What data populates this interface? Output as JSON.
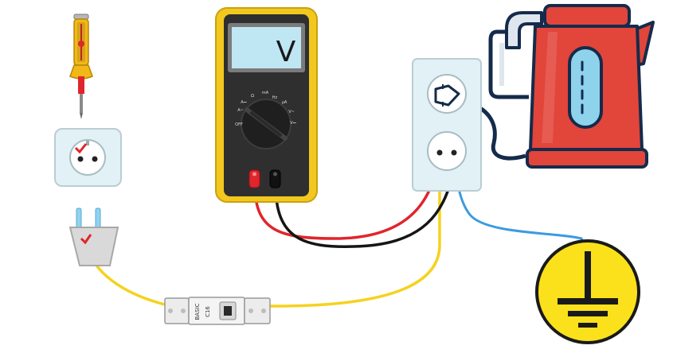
{
  "multimeter": {
    "display_text": "V",
    "dial_labels": [
      "Ω",
      "Hz",
      "mA",
      "μA",
      "V~",
      "V⎓",
      "OFF",
      "A~",
      "A⎓"
    ]
  },
  "breaker": {
    "brand_text": "BASIC",
    "rating_text": "C16"
  },
  "colors": {
    "phase_wire": "#f5d21e",
    "neutral_wire": "#3b9be0",
    "probe_red": "#e0252c",
    "probe_black": "#151515",
    "kettle_red": "#e2453a",
    "outline_navy": "#152b4b",
    "socket_blue": "#e2f1f6",
    "ground_yellow": "#fbe11b"
  },
  "icons": {
    "screwdriver": "voltage-tester-screwdriver-icon",
    "socket_small": "power-socket-icon",
    "plug": "plug-icon",
    "multimeter": "multimeter-icon",
    "double_socket": "double-socket-icon",
    "kettle": "electric-kettle-icon",
    "breaker": "circuit-breaker-icon",
    "ground": "ground-symbol-icon"
  }
}
